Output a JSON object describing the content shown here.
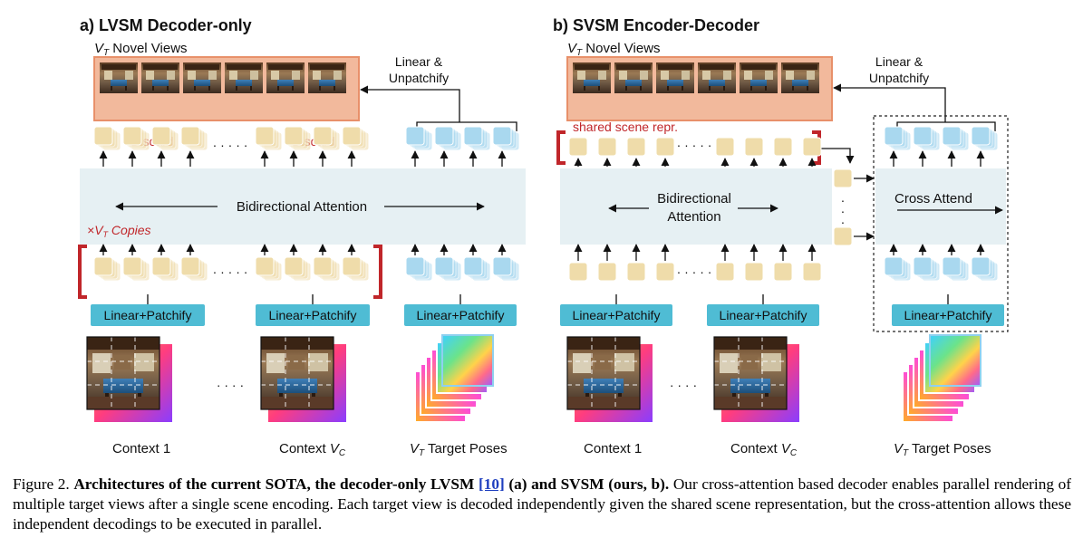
{
  "panel_a": {
    "title": "a) LVSM Decoder-only",
    "novel_views_var": "V",
    "novel_views_sub": "T",
    "novel_views_label": " Novel Views",
    "linear_unpatchify_1": "Linear &",
    "linear_unpatchify_2": "Unpatchify",
    "discard_1": "Discard",
    "discard_2": "Discard",
    "dots": "· · · · ·",
    "attention_label": "Bidirectional Attention",
    "copies_prefix": "×",
    "copies_var": "V",
    "copies_sub": "T",
    "copies_suffix": " Copies",
    "patchify_1": "Linear+Patchify",
    "patchify_2": "Linear+Patchify",
    "patchify_3": "Linear+Patchify",
    "context_1": "Context 1",
    "context_n_prefix": "Context ",
    "context_n_var": "V",
    "context_n_sub": "C",
    "target_var": "V",
    "target_sub": "T",
    "target_label": " Target Poses",
    "between_dots": "· · · ·"
  },
  "panel_b": {
    "title": "b) SVSM Encoder-Decoder",
    "novel_views_var": "V",
    "novel_views_sub": "T",
    "novel_views_label": " Novel Views",
    "linear_unpatchify_1": "Linear &",
    "linear_unpatchify_2": "Unpatchify",
    "shared_repr": "shared scene repr.",
    "dots": "· · · · ·",
    "attention_line1": "Bidirectional",
    "attention_line2": "Attention",
    "cross_attend": "Cross Attend",
    "patchify_1": "Linear+Patchify",
    "patchify_2": "Linear+Patchify",
    "patchify_3": "Linear+Patchify",
    "context_1": "Context 1",
    "context_n_prefix": "Context ",
    "context_n_var": "V",
    "context_n_sub": "C",
    "target_var": "V",
    "target_sub": "T",
    "target_label": " Target Poses",
    "between_dots": "· · · ·"
  },
  "caption": {
    "figure_label": "Figure 2. ",
    "bold_part1": "Architectures of the current SOTA, the decoder-only LVSM ",
    "ref": "[10]",
    "bold_part2": " (a) and SVSM (ours, b).",
    "body": " Our cross-attention based decoder enables parallel rendering of multiple target views after a single scene encoding.  Each target view is decoded independently given the shared scene representation, but the cross-attention allows these independent decodings to be executed in parallel."
  },
  "colors": {
    "attention_block": "#e6f0f3",
    "context_token": "#efdcaa",
    "target_token": "#a9d8ef",
    "patchify_box": "#4fbcd4",
    "discard_red": "#c0262a",
    "novel_view_border": "#e8906a"
  }
}
